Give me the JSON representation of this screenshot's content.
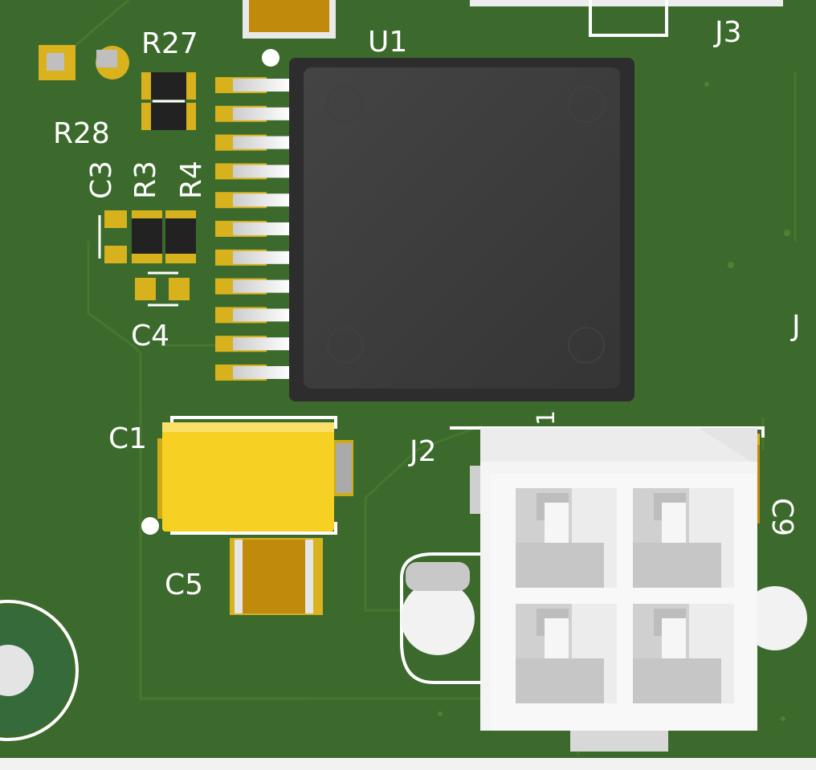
{
  "board": {
    "colors": {
      "pcb": "#3c6a2c",
      "pcb_trace": "#46762f",
      "silkscreen": "#ffffff",
      "chip_body": "#3a3a3a",
      "pad_gold": "#d8b21d",
      "cap_yellow": "#f6d023",
      "cap_brown": "#c08a0c",
      "connector": "#f2f2f2"
    },
    "labels": {
      "u1": "U1",
      "r27": "R27",
      "r28": "R28",
      "c3": "C3",
      "r3": "R3",
      "r4": "R4",
      "c4": "C4",
      "c1": "C1",
      "c5": "C5",
      "j2": "J2",
      "j3": "J3",
      "j_partial": "J",
      "c9": "C9",
      "pin1": "1"
    }
  }
}
